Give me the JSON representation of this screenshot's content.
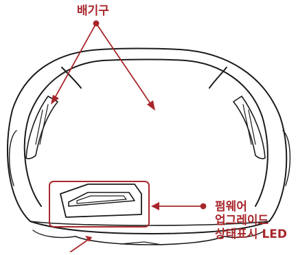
{
  "labels": {
    "vent": "배기구",
    "firmware_line1": "펌웨어",
    "firmware_line2": "업그레이드",
    "firmware_line3": "상태표시 LED"
  },
  "colors": {
    "callout": "#a8262b",
    "outline": "#1a1a1a",
    "fill": "#ffffff"
  },
  "icons": {
    "vent_marker": "dot",
    "arrow": "arrowhead"
  }
}
